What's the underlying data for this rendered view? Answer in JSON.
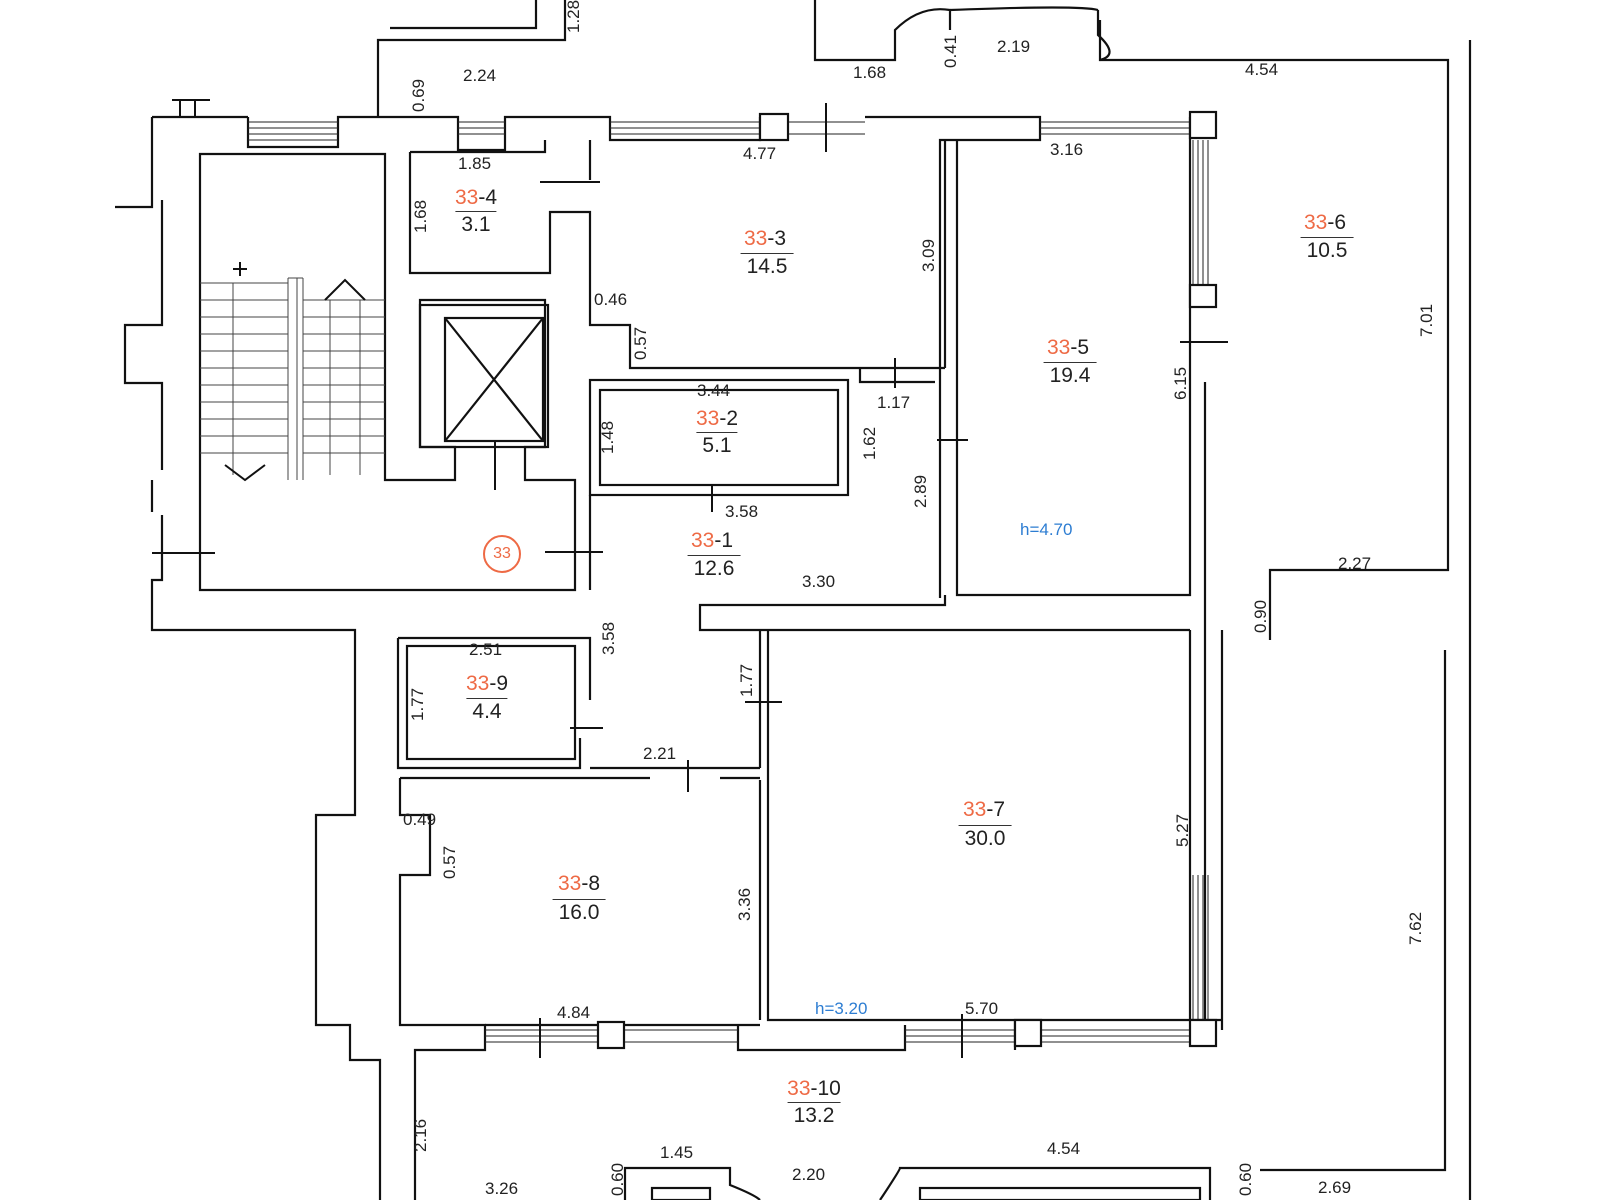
{
  "plan": {
    "apartment_badge": "33",
    "rooms": [
      {
        "prefix": "33",
        "suffix": "-1",
        "area": "12.6"
      },
      {
        "prefix": "33",
        "suffix": "-2",
        "area": "5.1"
      },
      {
        "prefix": "33",
        "suffix": "-3",
        "area": "14.5"
      },
      {
        "prefix": "33",
        "suffix": "-4",
        "area": "3.1"
      },
      {
        "prefix": "33",
        "suffix": "-5",
        "area": "19.4"
      },
      {
        "prefix": "33",
        "suffix": "-6",
        "area": "10.5"
      },
      {
        "prefix": "33",
        "suffix": "-7",
        "area": "30.0"
      },
      {
        "prefix": "33",
        "suffix": "-8",
        "area": "16.0"
      },
      {
        "prefix": "33",
        "suffix": "-9",
        "area": "4.4"
      },
      {
        "prefix": "33",
        "suffix": "-10",
        "area": "13.2"
      }
    ],
    "heights": [
      "h=4.70",
      "h=3.20"
    ],
    "dimensions": [
      "1.28",
      "0.69",
      "2.24",
      "1.68",
      "0.41",
      "2.19",
      "4.54",
      "1.85",
      "4.77",
      "3.16",
      "1.68",
      "3.09",
      "0.46",
      "0.57",
      "7.01",
      "3.44",
      "1.17",
      "1.48",
      "1.62",
      "6.15",
      "2.89",
      "3.58",
      "3.30",
      "2.27",
      "0.90",
      "3.58",
      "2.51",
      "1.77",
      "1.77",
      "2.21",
      "0.49",
      "0.57",
      "5.27",
      "3.36",
      "7.62",
      "4.84",
      "5.70",
      "2.16",
      "1.45",
      "2.20",
      "4.54",
      "0.60",
      "0.60",
      "3.26",
      "2.69"
    ]
  }
}
